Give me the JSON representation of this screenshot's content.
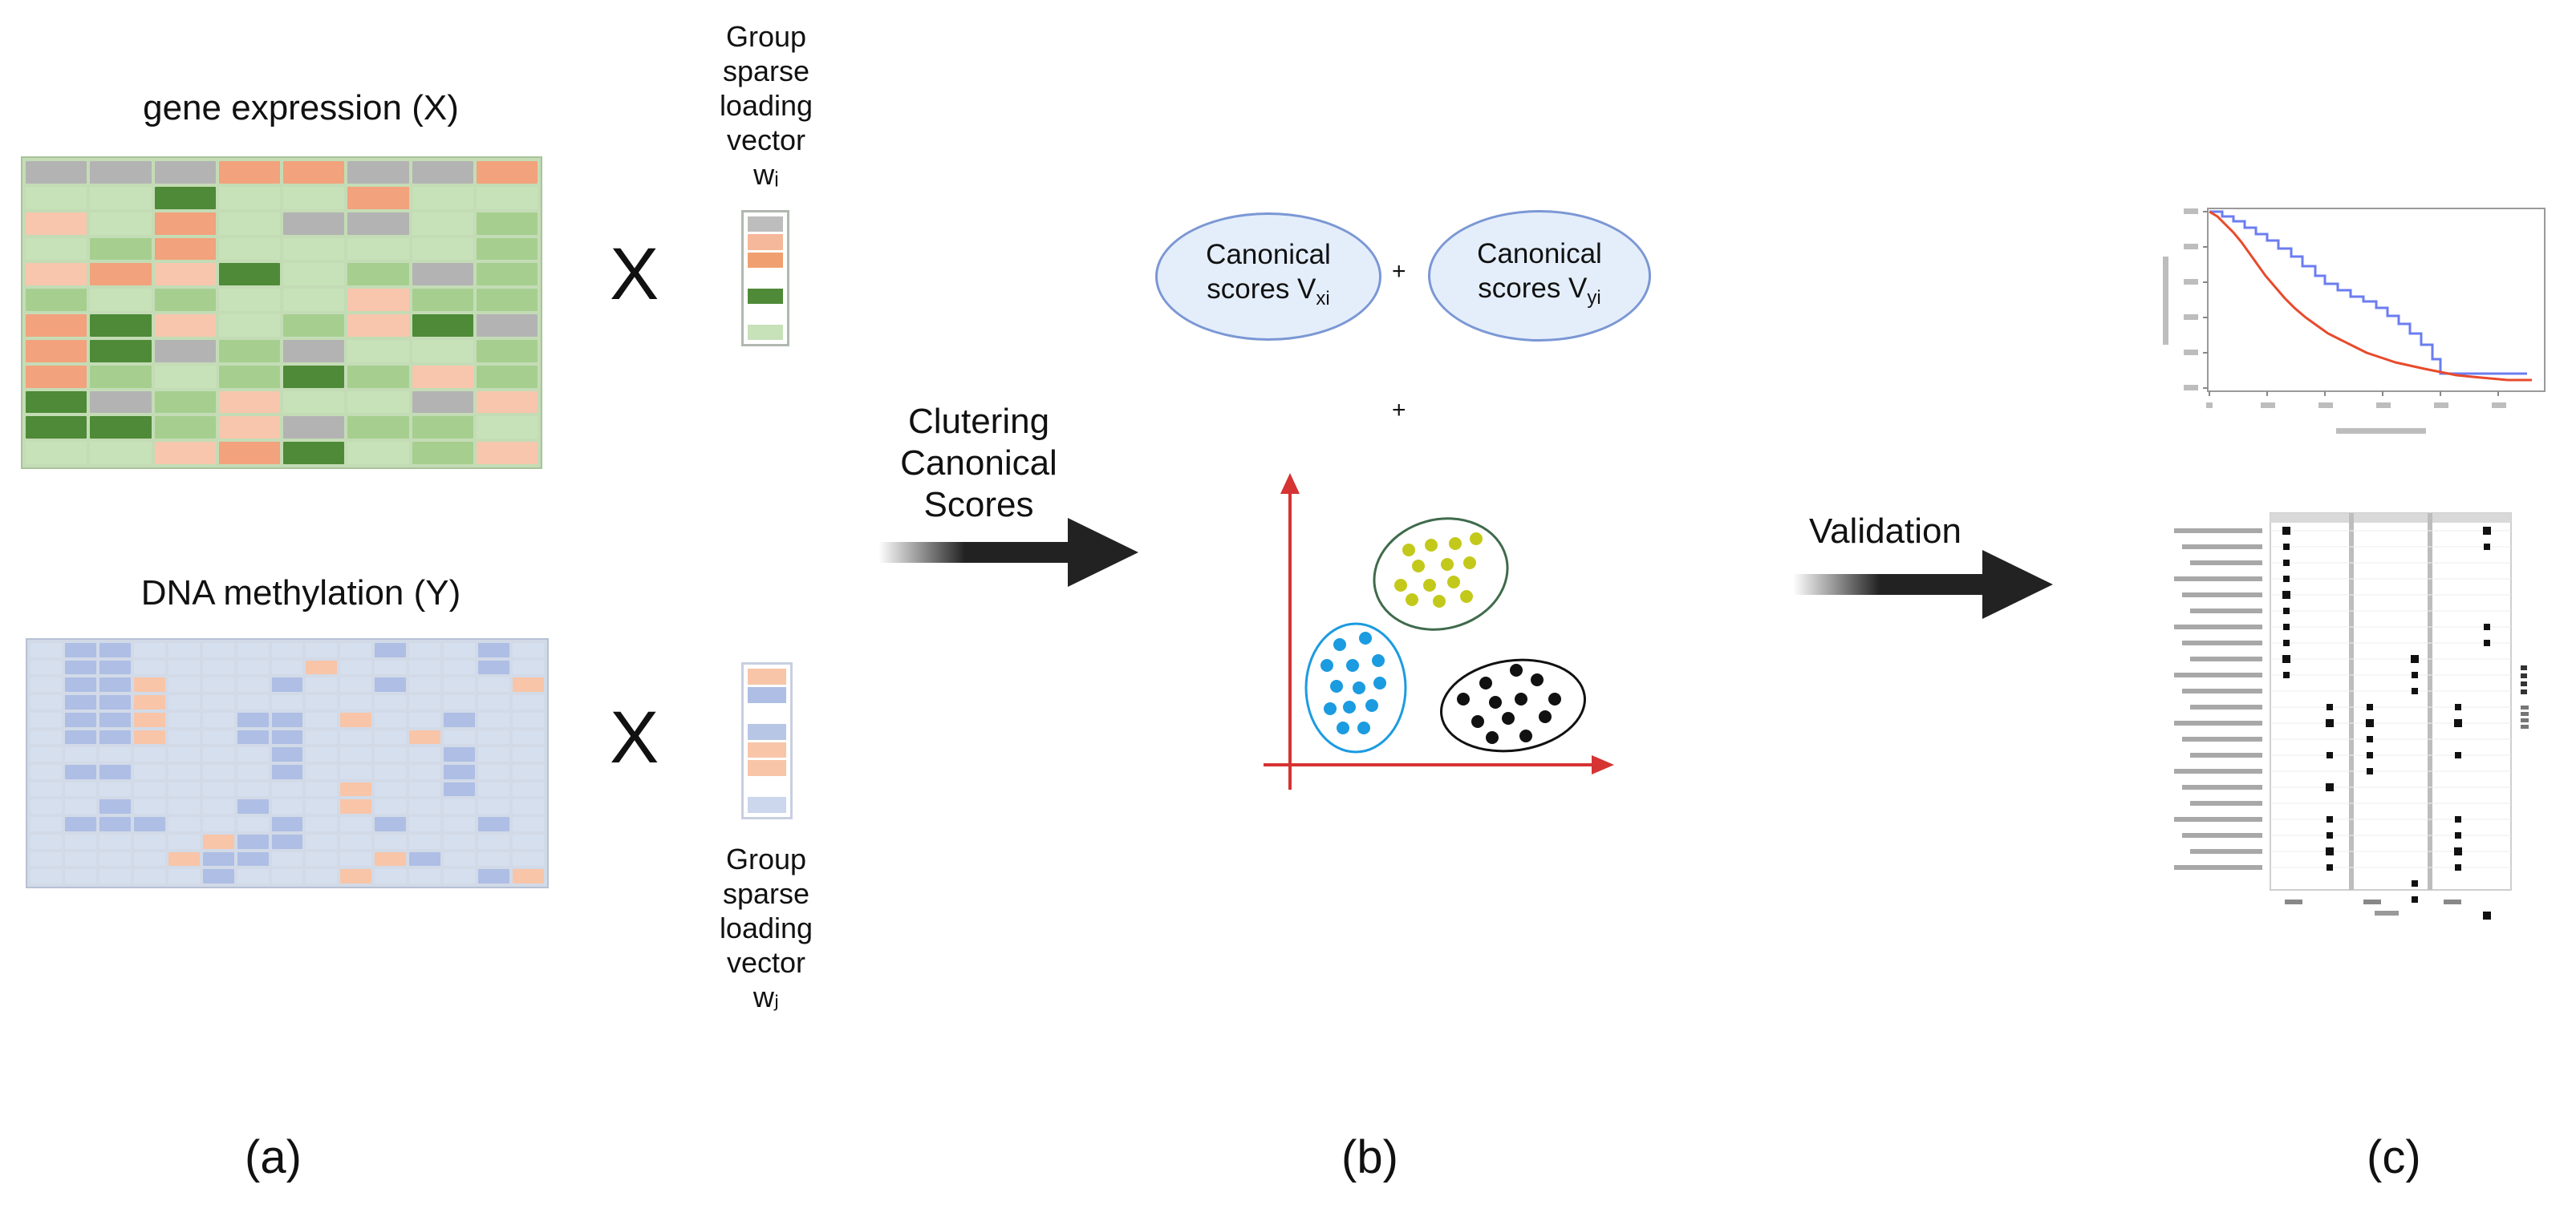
{
  "panel_a": {
    "gene_title": "gene expression (X)",
    "dna_title": "DNA methylation (Y)",
    "times_symbol": "X",
    "loading_top_lines": [
      "Group",
      "sparse",
      "loading",
      "vector",
      "wᵢ"
    ],
    "loading_bottom_lines": [
      "Group",
      "sparse",
      "loading",
      "vector",
      "wⱼ"
    ],
    "label": "(a)",
    "gene_heatmap": {
      "rows": 12,
      "cols": 8,
      "cells": [
        "gggooggo",
        "lldlloll",
        "plolgglm",
        "lmollllm",
        "popdlmgm",
        "mlmllpmm",
        "odplmpdg",
        "odgmgllm",
        "omlmdmpm",
        "dgmpllgp",
        "ddmpgmml",
        "llpodlmp"
      ],
      "palette": {
        "g": "#b3b3b3",
        "o": "#f2a27c",
        "p": "#f7c6ac",
        "l": "#c7e1b9",
        "m": "#a6cf8f",
        "d": "#4e8a37"
      }
    },
    "dna_heatmap": {
      "rows": 14,
      "cols": 15,
      "cells": [
        "lbblllllllbllbl",
        "lbblllllpllllbl",
        "lbbplllbllblllp",
        "lbbplllllllllll",
        "lbbpllbblpllbll",
        "lbbpllbblllplll",
        "lllllllbllllbll",
        "lbbllllbllllbll",
        "lllllllllpllbll",
        "llblllbllplllll",
        "lbbblllbllbllbl",
        "lllllpbblllllll",
        "llllpbblllpblll",
        "lllllblllplllbp"
      ],
      "palette": {
        "l": "#d6dfed",
        "b": "#aebee4",
        "p": "#f8c5a8"
      }
    },
    "vector_top": [
      "#bdbdbd",
      "#f5b89a",
      "#f0a070",
      "#ffffff",
      "#4e8a37",
      "#ffffff",
      "#c7e1b9"
    ],
    "vector_bottom": [
      "#f8c5a8",
      "#aebee4",
      "#ffffff",
      "#b8c6e6",
      "#f8c5a8",
      "#f8c5a8",
      "#ffffff",
      "#ccd6ec"
    ]
  },
  "panel_b": {
    "arrow_label_lines": [
      "Clutering",
      "Canonical",
      "Scores"
    ],
    "score_x_text": "Canonical",
    "score_x_sub_text": "scores  V",
    "score_x_subscript": "xi",
    "score_y_text": "Canonical",
    "score_y_sub_text": "scores  V",
    "score_y_subscript": "yi",
    "plus": "+",
    "label": "(b)",
    "axis_color": "#d63333",
    "clusters": [
      {
        "name": "blue",
        "color": "#1b9be0",
        "border": "#1b9be0"
      },
      {
        "name": "yellow-green",
        "color": "#c3c91a",
        "border": "#3f6b4c"
      },
      {
        "name": "black",
        "color": "#111111",
        "border": "#111111"
      }
    ]
  },
  "panel_c": {
    "arrow_label": "Validation",
    "label": "(c)",
    "survival_colors": {
      "high": "#6b7df0",
      "low": "#e84a2c"
    }
  }
}
